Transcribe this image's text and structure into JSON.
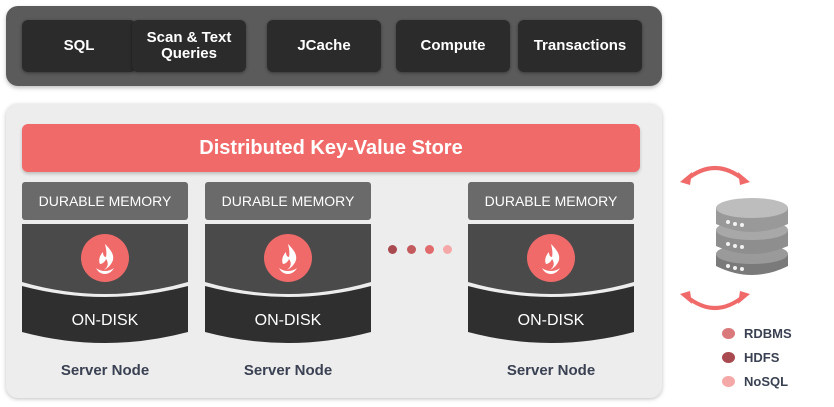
{
  "api_layer": {
    "items": [
      {
        "label": "SQL"
      },
      {
        "label": "Scan & Text\nQueries"
      },
      {
        "label": "JCache"
      },
      {
        "label": "Compute"
      },
      {
        "label": "Transactions"
      }
    ]
  },
  "cluster": {
    "store_label": "Distributed Key-Value Store",
    "nodes": [
      {
        "memory_label": "DURABLE MEMORY",
        "disk_label": "ON-DISK",
        "node_label": "Server Node"
      },
      {
        "memory_label": "DURABLE MEMORY",
        "disk_label": "ON-DISK",
        "node_label": "Server Node"
      },
      {
        "memory_label": "DURABLE MEMORY",
        "disk_label": "ON-DISK",
        "node_label": "Server Node"
      }
    ]
  },
  "external_storage": {
    "icon": "database-icon",
    "legend": [
      {
        "label": "RDBMS",
        "color": "#d9797b"
      },
      {
        "label": "HDFS",
        "color": "#a94a50"
      },
      {
        "label": "NoSQL",
        "color": "#f5a8a8"
      }
    ]
  },
  "colors": {
    "accent": "#f06a6a",
    "dark": "#2b2b2b",
    "panel": "#ededed"
  }
}
